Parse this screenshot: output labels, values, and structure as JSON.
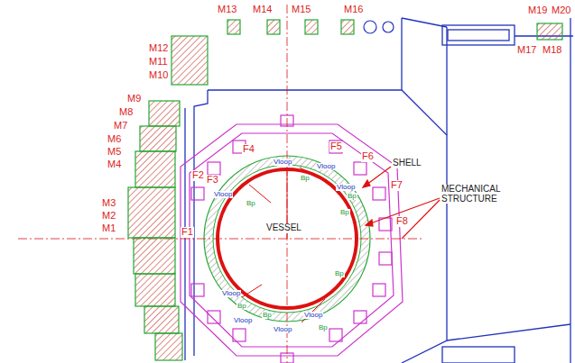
{
  "diagram": {
    "labels": [
      "M1",
      "M2",
      "M3",
      "M4",
      "M5",
      "M6",
      "M7",
      "M8",
      "M9",
      "M10",
      "M11",
      "M12",
      "M13",
      "M14",
      "M15",
      "M16",
      "M17",
      "M18",
      "M19",
      "M20",
      "F1",
      "F2",
      "F3",
      "F4",
      "F5",
      "F6",
      "F7",
      "F8",
      "VESSEL",
      "SHELL",
      "MECHANICAL STRUCTURE",
      "Vloop",
      "Vloop",
      "Vloop",
      "Vloop",
      "Vloop",
      "Vloop",
      "Vloop",
      "Vloop",
      "Bp",
      "Bp",
      "Bp",
      "Bp",
      "Bp",
      "Bp",
      "Bp",
      "Bp"
    ]
  }
}
